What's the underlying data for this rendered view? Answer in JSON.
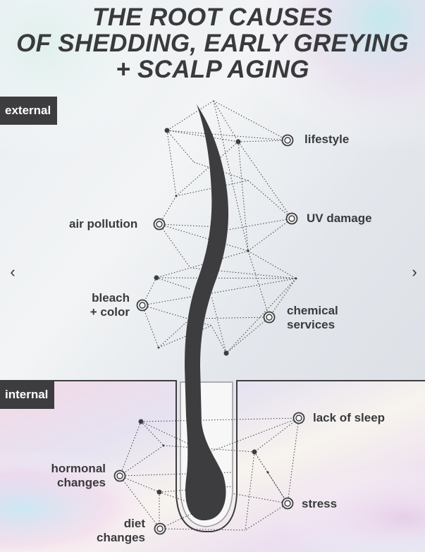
{
  "title": {
    "line1": "THE ROOT CAUSES",
    "line2": "OF SHEDDING, EARLY GREYING",
    "line3": "+ SCALP AGING"
  },
  "sections": {
    "external": "external",
    "internal": "internal"
  },
  "external_factors": {
    "lifestyle": "lifestyle",
    "air_pollution": "air pollution",
    "uv_damage": "UV damage",
    "bleach_line1": "bleach",
    "bleach_line2": "+ color",
    "chemical_line1": "chemical",
    "chemical_line2": "services"
  },
  "internal_factors": {
    "lack_of_sleep": "lack of sleep",
    "hormonal_line1": "hormonal",
    "hormonal_line2": "changes",
    "stress": "stress",
    "diet_line1": "diet",
    "diet_line2": "changes"
  },
  "navigation": {
    "prev": "‹",
    "next": "›"
  },
  "colors": {
    "hair": "#3d3d3f",
    "text": "#3a3a3c",
    "tag_bg": "#3d3d3f",
    "network": "#3d3d3f"
  },
  "icons": {
    "factor_marker": "double-ring-icon",
    "prev": "chevron-left-icon",
    "next": "chevron-right-icon"
  }
}
